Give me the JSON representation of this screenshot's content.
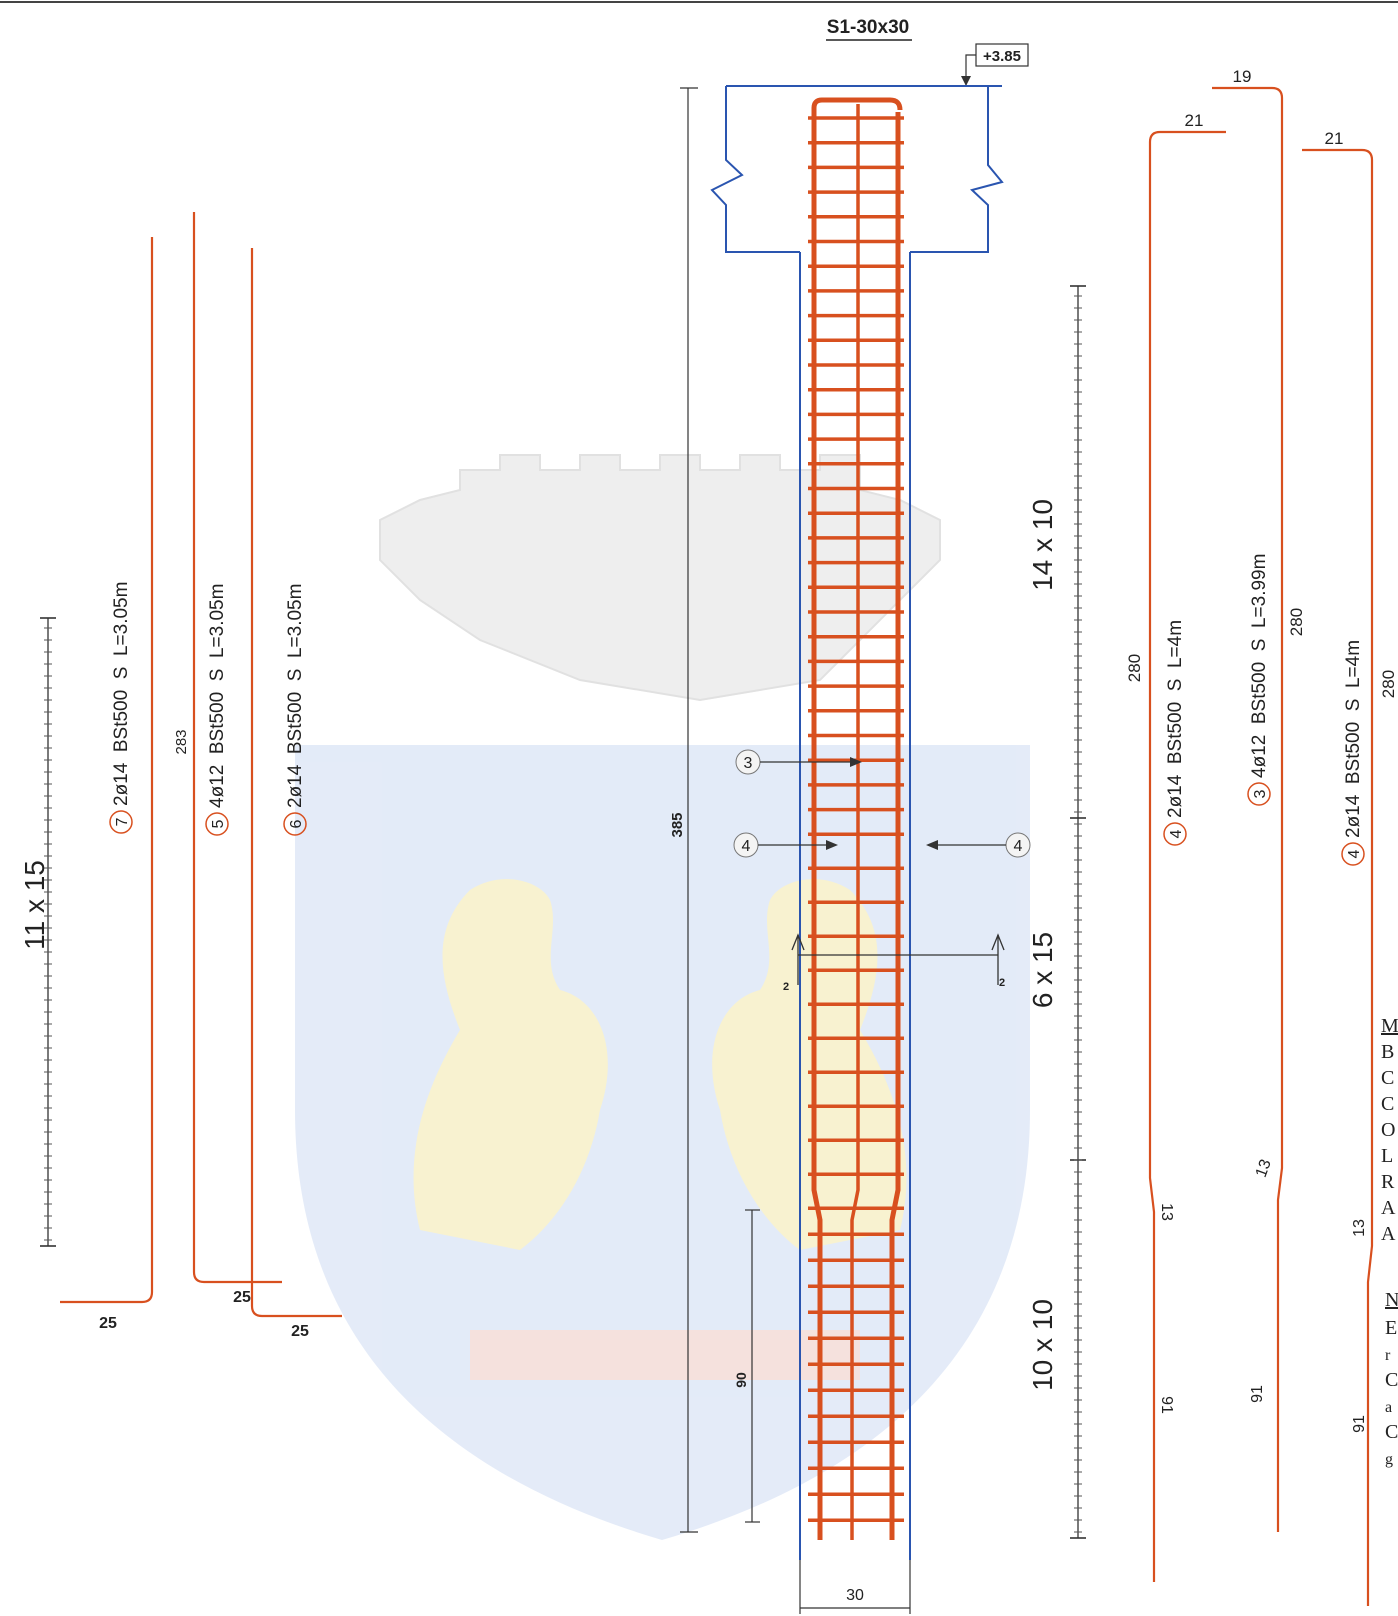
{
  "title": "S1-30x30",
  "elevation": "+3.85",
  "dims": {
    "height": "385",
    "width": "30",
    "lap": "90",
    "seg_top": "14 x 10",
    "seg_mid": "6 x 15",
    "seg_bot": "10 x 10",
    "left_spacing": "11 x 15",
    "bend_283": "283",
    "b7_foot": "25",
    "b5_foot": "25",
    "b6_foot": "25",
    "b4a_top": "21",
    "b3_top": "19",
    "b4b_top": "21",
    "b4a_mid": "280",
    "b3_mid": "280",
    "b4b_mid": "280",
    "b4a_crank": "13",
    "b3_crank": "13",
    "b4b_crank": "13",
    "b4a_bot": "91",
    "b3_bot": "91",
    "b4b_bot": "91"
  },
  "callouts": {
    "c3": "3",
    "c4l": "4",
    "c4r": "4",
    "section": "2"
  },
  "bars": {
    "b7": {
      "num": "7",
      "text": "2ø14  BSt500  S  L=3.05m"
    },
    "b5": {
      "num": "5",
      "text": "4ø12  BSt500  S  L=3.05m"
    },
    "b6": {
      "num": "6",
      "text": "2ø14  BSt500  S  L=3.05m"
    },
    "b4a": {
      "num": "4",
      "text": "2ø14  BSt500  S  L=4m"
    },
    "b3": {
      "num": "3",
      "text": "4ø12  BSt500  S  L=3.99m"
    },
    "b4b": {
      "num": "4",
      "text": "2ø14  BSt500  S  L=4m"
    }
  },
  "notes_a": [
    "M",
    "B",
    "C",
    "C",
    "O",
    "L",
    "R",
    "A",
    "A"
  ],
  "notes_b": [
    "N",
    "E",
    "r",
    "C",
    "a",
    "C",
    "g"
  ],
  "colors": {
    "rebar": "#d8501f",
    "concrete": "#2a55b0",
    "dim": "#333333",
    "crest_blue": "#dce6f6",
    "crest_gold": "#f6eec0"
  }
}
